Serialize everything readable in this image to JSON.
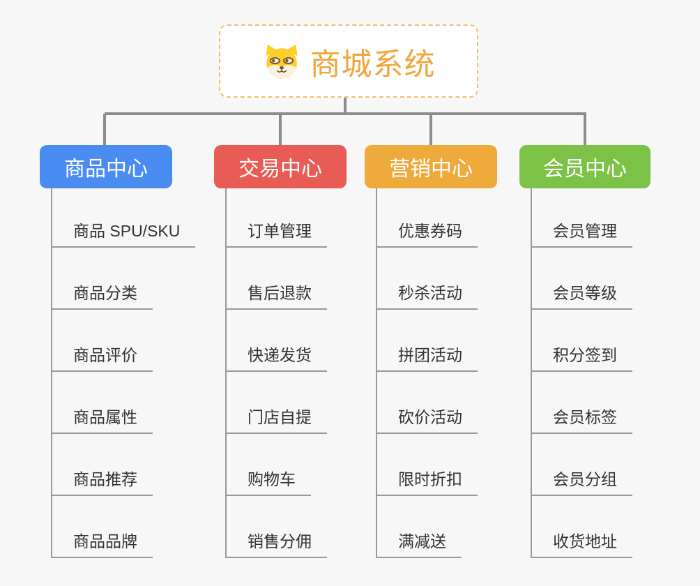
{
  "page": {
    "background": "#F7F7F7"
  },
  "root": {
    "title": "商城系统",
    "title_color": "#F0A63C",
    "border_color": "#F3BE6E",
    "icon": "shiba-dog-icon"
  },
  "lines": {
    "main_color": "#8C8C8C",
    "sub_color": "#999999"
  },
  "branches": [
    {
      "label": "商品中心",
      "color": "#4A8CF2",
      "items": [
        "商品 SPU/SKU",
        "商品分类",
        "商品评价",
        "商品属性",
        "商品推荐",
        "商品品牌"
      ]
    },
    {
      "label": "交易中心",
      "color": "#E85C55",
      "items": [
        "订单管理",
        "售后退款",
        "快递发货",
        "门店自提",
        "购物车",
        "销售分佣"
      ]
    },
    {
      "label": "营销中心",
      "color": "#EFAA3C",
      "items": [
        "优惠券码",
        "秒杀活动",
        "拼团活动",
        "砍价活动",
        "限时折扣",
        "满减送"
      ]
    },
    {
      "label": "会员中心",
      "color": "#7BC247",
      "items": [
        "会员管理",
        "会员等级",
        "积分签到",
        "会员标签",
        "会员分组",
        "收货地址"
      ]
    }
  ]
}
